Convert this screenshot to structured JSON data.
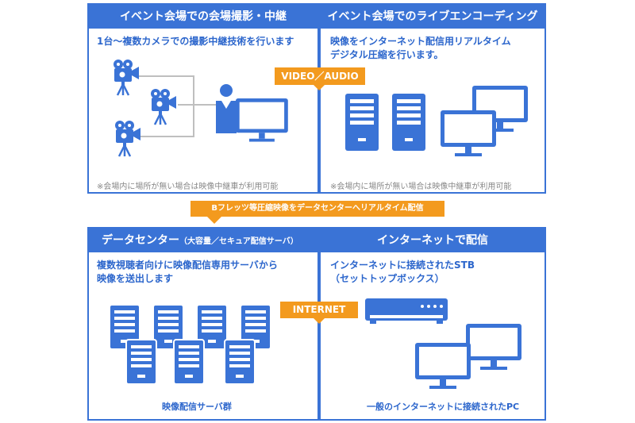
{
  "panels": {
    "shooting": {
      "title": "イベント会場での会場撮影・中継",
      "desc": "1台〜複数カメラでの撮影中継技術を行います",
      "note": "※会場内に場所が無い場合は映像中継車が利用可能"
    },
    "encoding": {
      "title": "イベント会場でのライブエンコーディング",
      "desc": "映像をインターネット配信用リアルタイム\nデジタル圧縮を行います。",
      "note": "※会場内に場所が無い場合は映像中継車が利用可能"
    },
    "datacenter": {
      "title": "データセンター",
      "title_sub": "（大容量／セキュア配信サーバ）",
      "desc": "複数視聴者向けに映像配信専用サーバから\n映像を送出します",
      "caption": "映像配信サーバ群"
    },
    "internet": {
      "title": "インターネットで配信",
      "desc": "インターネットに接続されたSTB\n（セットトップボックス）",
      "caption": "一般のインターネットに接続されたPC"
    }
  },
  "connectors": {
    "video_audio": "VIDEO／AUDIO",
    "bflets": "Bフレッツ等圧縮映像をデータセンターへリアルタイム配信",
    "internet": "INTERNET"
  },
  "colors": {
    "primary": "#3a73d6",
    "accent": "#f39a1e",
    "connector_line": "#bfbfbf"
  }
}
